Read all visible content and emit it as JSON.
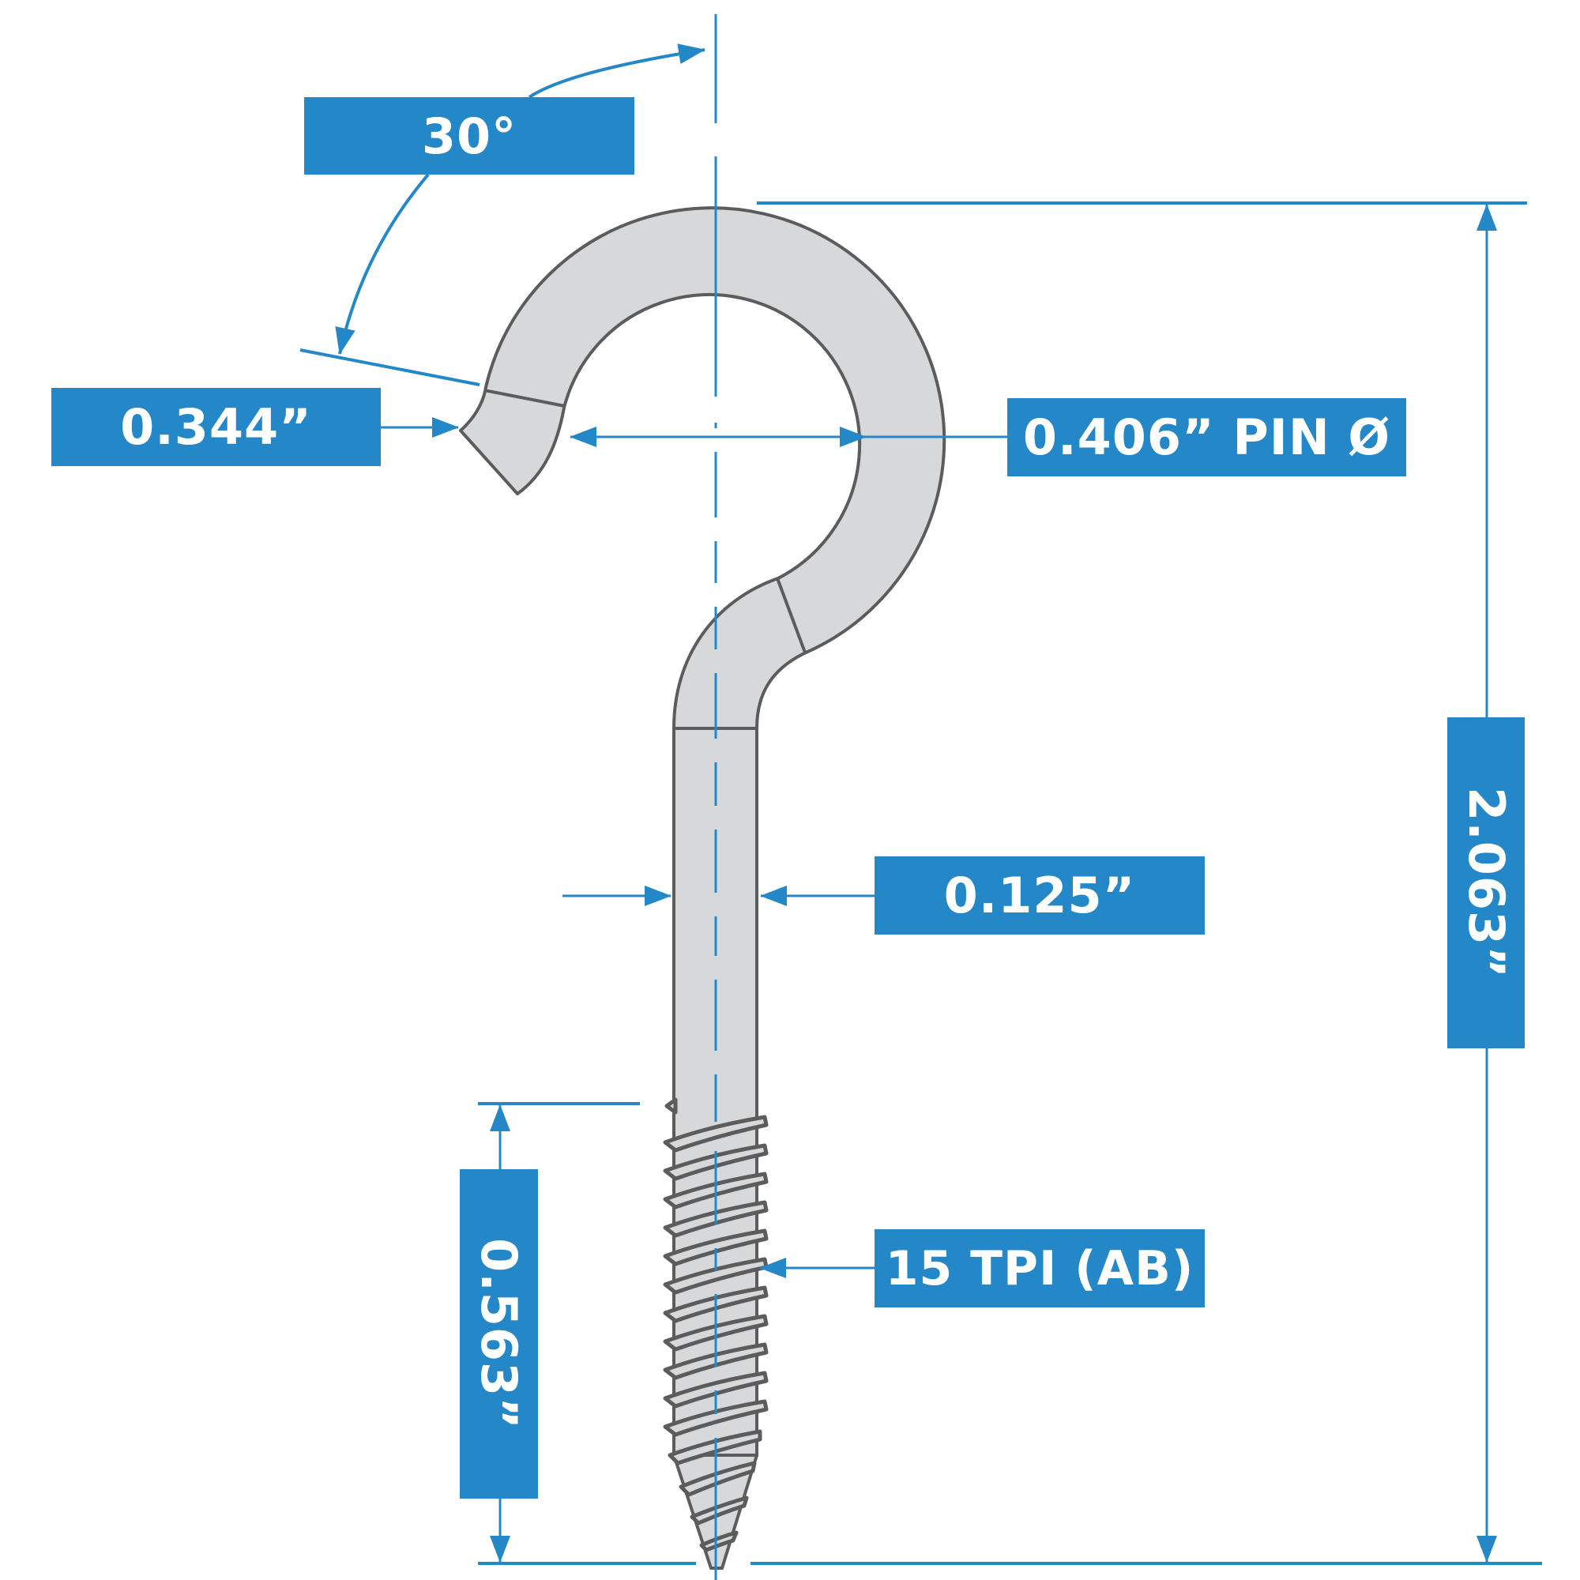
{
  "diagram": {
    "subject": "screw hook dimension drawing",
    "colors": {
      "dimension_blue": "#2487c7",
      "part_fill": "#d7d8da",
      "part_outline": "#5c5c5c",
      "label_text": "#ffffff",
      "background": "#ffffff"
    },
    "labels": {
      "opening_angle": "30°",
      "tip_width": "0.344”",
      "pin_diameter": "0.406” PIN Ø",
      "shank_diameter": "0.125”",
      "thread_spec": "15 TPI (AB)",
      "overall_length": "2.063”",
      "thread_length": "0.563”"
    }
  }
}
